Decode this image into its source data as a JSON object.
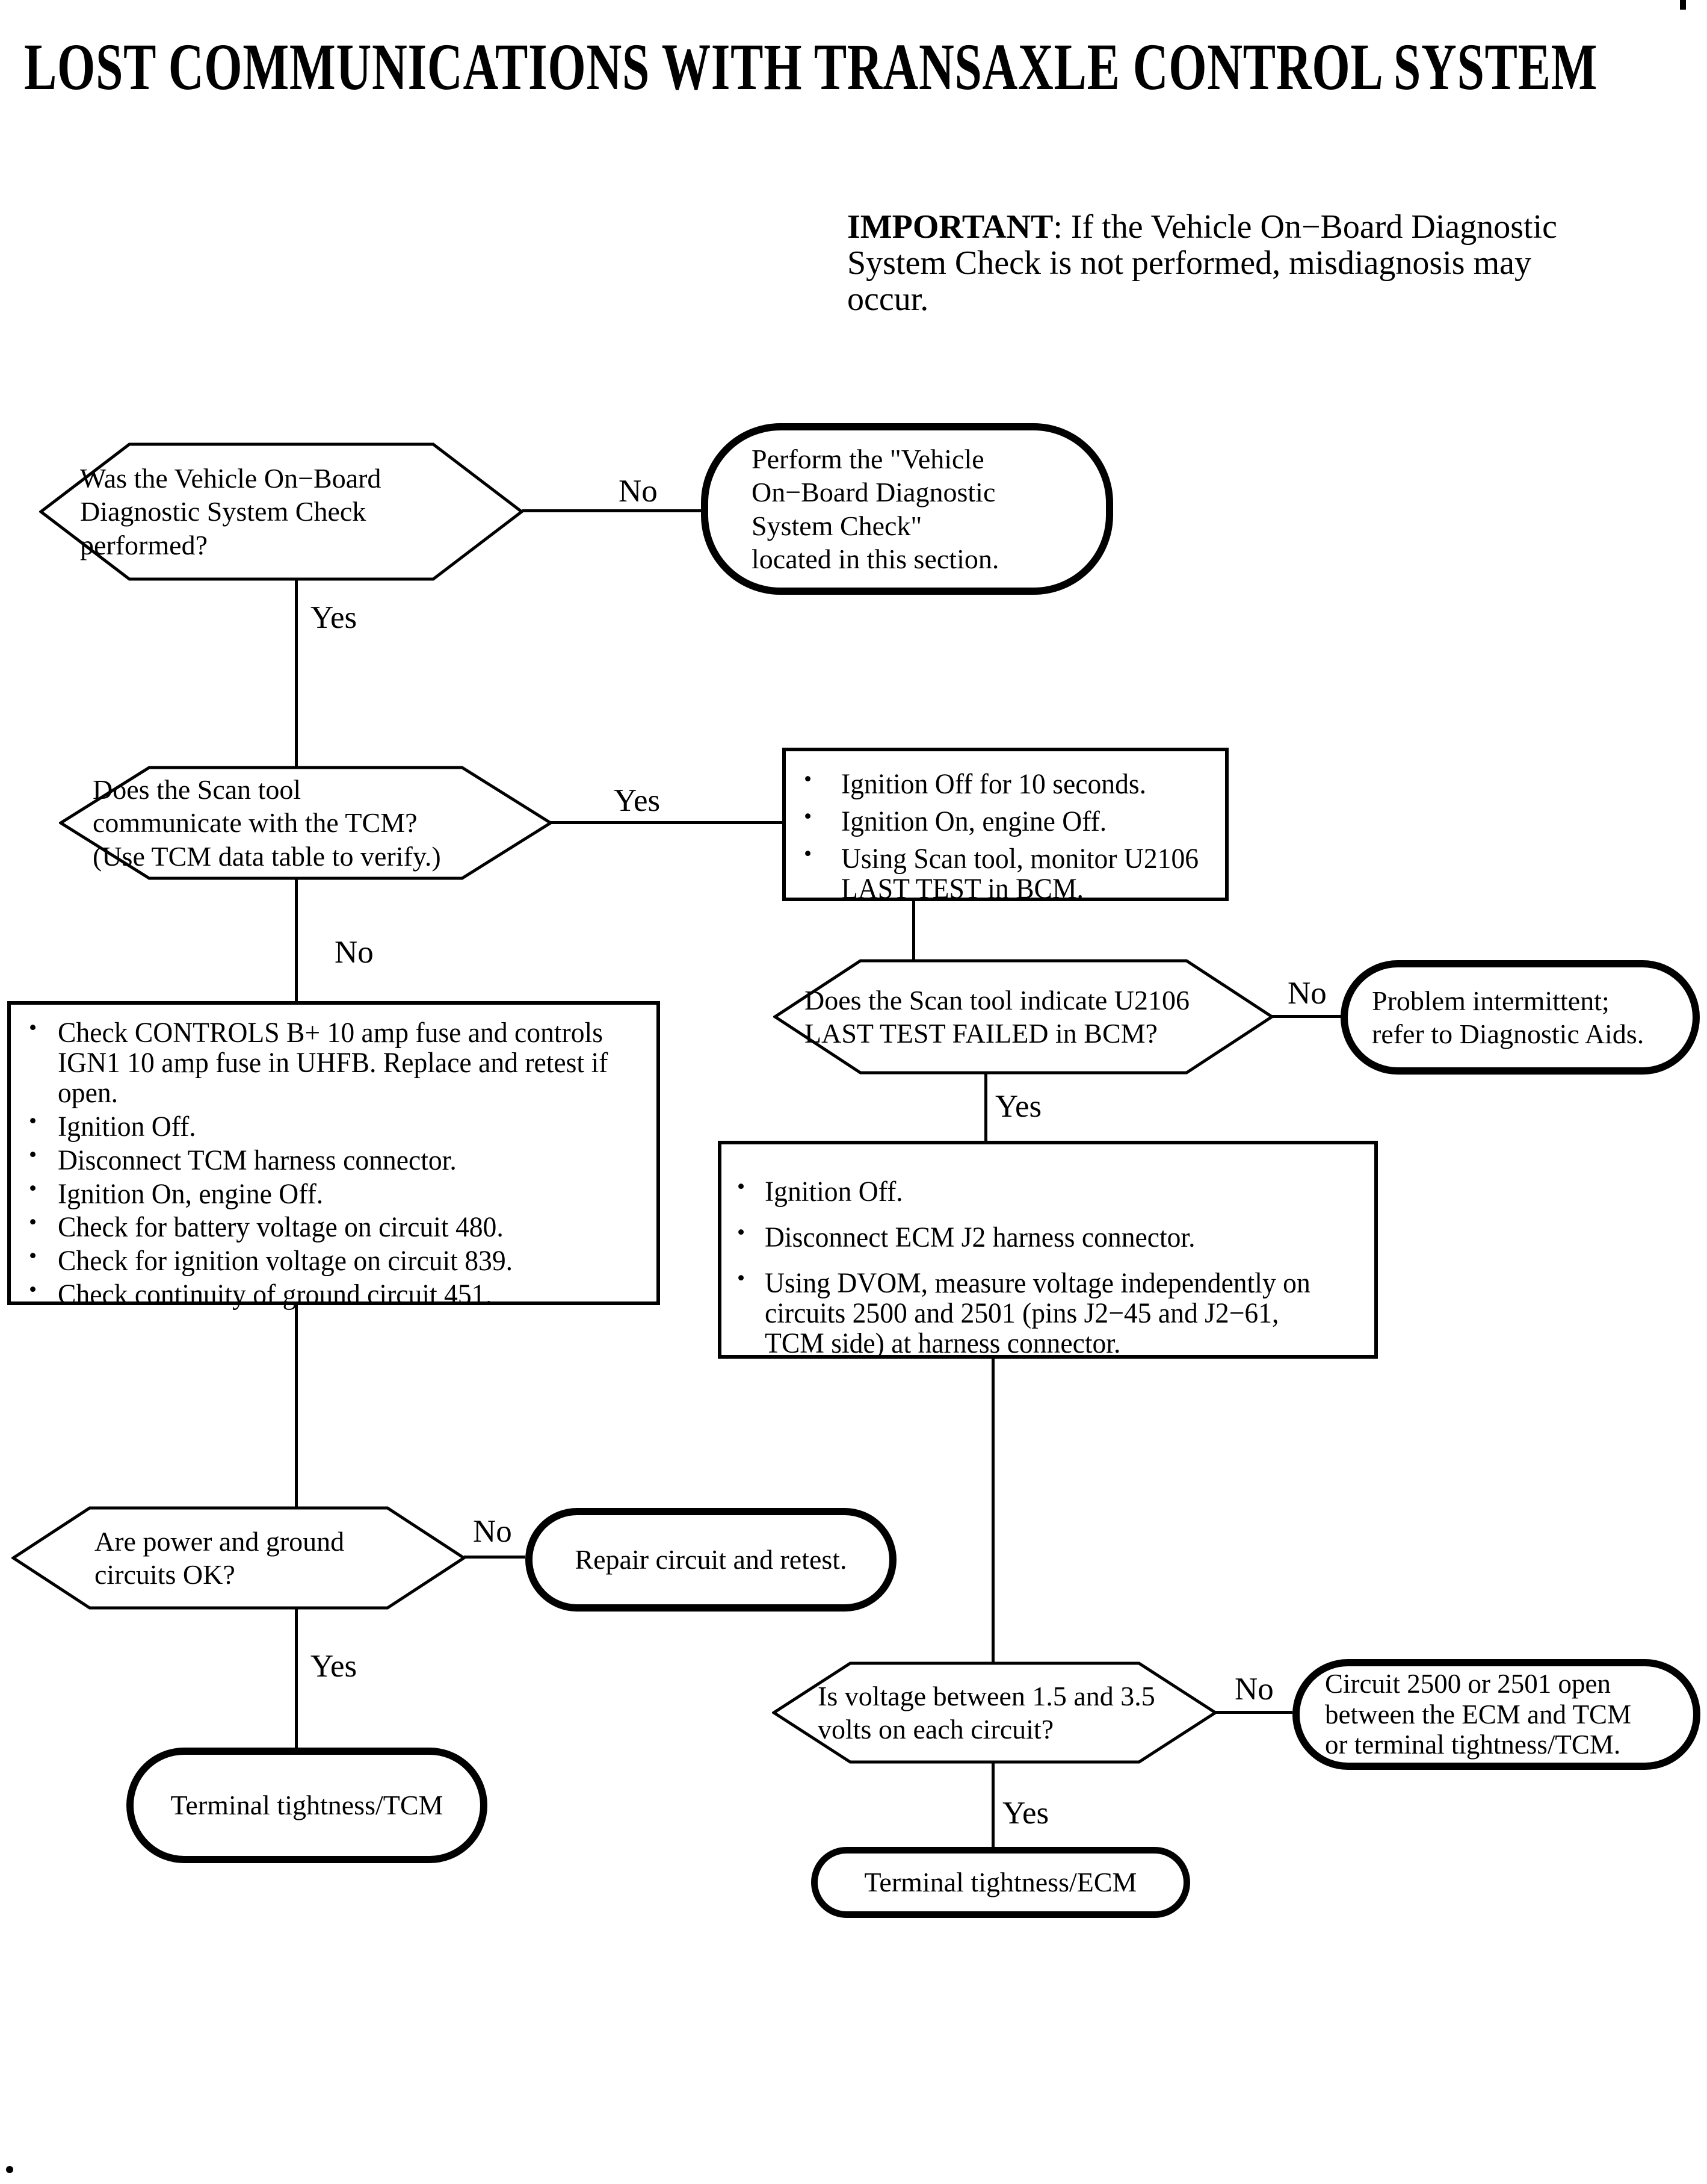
{
  "title": "LOST COMMUNICATIONS WITH TRANSAXLE CONTROL SYSTEM",
  "important": {
    "bold": "IMPORTANT",
    "line1_rest": ": If the Vehicle  On−Board Diagnostic",
    "line2": "System Check is not performed, misdiagnosis may",
    "line3": "occur."
  },
  "bullet_char": "•",
  "labels": {
    "yes": "Yes",
    "no": "No"
  },
  "nodes": {
    "q_obd_performed": {
      "type": "decision",
      "lines": [
        "Was the Vehicle On−Board",
        "Diagnostic System Check",
        "performed?"
      ]
    },
    "perform_obd_check": {
      "type": "terminator",
      "lines": [
        "Perform the \"Vehicle",
        "On−Board Diagnostic",
        "System Check\"",
        "located in this section."
      ]
    },
    "q_scan_communicates": {
      "type": "decision",
      "lines": [
        "Does the Scan tool",
        "communicate with the TCM?",
        "(Use TCM data table to verify.)"
      ]
    },
    "monitor_u2106_steps": {
      "type": "process",
      "items": [
        "Ignition Off for 10 seconds.",
        "Ignition On, engine Off.",
        [
          "Using Scan tool, monitor U2106",
          "LAST TEST in BCM."
        ]
      ]
    },
    "q_u2106_failed": {
      "type": "decision",
      "lines": [
        "Does the Scan tool indicate U2106",
        "LAST TEST FAILED in BCM?"
      ]
    },
    "problem_intermittent": {
      "type": "terminator",
      "lines": [
        "Problem intermittent;",
        "refer to Diagnostic Aids."
      ]
    },
    "check_power_steps": {
      "type": "process",
      "items": [
        [
          "Check CONTROLS B+ 10 amp fuse and controls",
          "IGN1 10 amp fuse in UHFB.  Replace and retest if",
          "open."
        ],
        "Ignition Off.",
        "Disconnect TCM harness connector.",
        "Ignition On, engine Off.",
        "Check for battery voltage on circuit 480.",
        "Check  for ignition voltage on circuit 839.",
        "Check continuity of ground circuit 451."
      ]
    },
    "measure_voltage_steps": {
      "type": "process",
      "items": [
        "Ignition Off.",
        "Disconnect ECM J2 harness connector.",
        [
          "Using DVOM, measure voltage independently on",
          "circuits 2500 and 2501 (pins J2−45 and J2−61,",
          "TCM side) at harness connector."
        ]
      ]
    },
    "q_power_ground_ok": {
      "type": "decision",
      "lines": [
        "Are power and ground",
        "circuits OK?"
      ]
    },
    "repair_circuit": {
      "type": "terminator",
      "lines": [
        "Repair circuit and retest."
      ]
    },
    "q_voltage_range": {
      "type": "decision",
      "lines": [
        "Is voltage between 1.5 and 3.5",
        "volts on each circuit?"
      ]
    },
    "circuit_open": {
      "type": "terminator",
      "lines": [
        "Circuit 2500 or 2501 open",
        "between the ECM and TCM",
        "or terminal tightness/TCM."
      ]
    },
    "terminal_tcm": {
      "type": "terminator",
      "lines": [
        "Terminal tightness/TCM"
      ]
    },
    "terminal_ecm": {
      "type": "terminator",
      "lines": [
        "Terminal tightness/ECM"
      ]
    }
  }
}
